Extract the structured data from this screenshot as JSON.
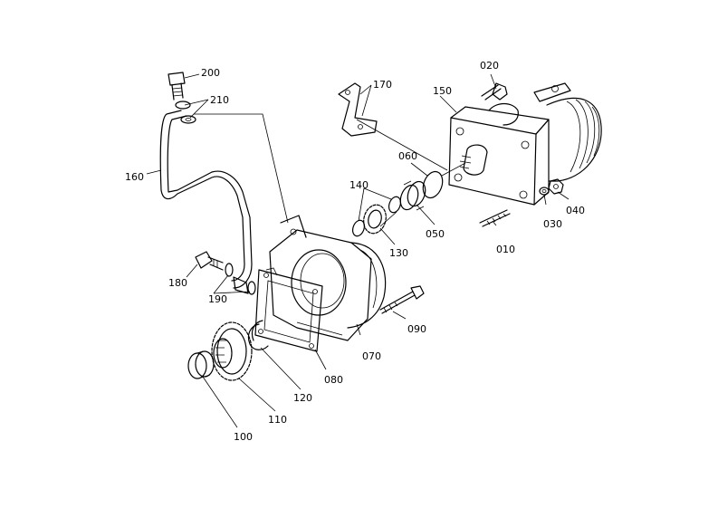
{
  "diagram": {
    "callouts": [
      {
        "id": "c010",
        "text": "010"
      },
      {
        "id": "c020",
        "text": "020"
      },
      {
        "id": "c030",
        "text": "030"
      },
      {
        "id": "c040",
        "text": "040"
      },
      {
        "id": "c050",
        "text": "050"
      },
      {
        "id": "c060",
        "text": "060"
      },
      {
        "id": "c070",
        "text": "070"
      },
      {
        "id": "c080",
        "text": "080"
      },
      {
        "id": "c090",
        "text": "090"
      },
      {
        "id": "c100",
        "text": "100"
      },
      {
        "id": "c110",
        "text": "110"
      },
      {
        "id": "c120",
        "text": "120"
      },
      {
        "id": "c130",
        "text": "130"
      },
      {
        "id": "c140",
        "text": "140"
      },
      {
        "id": "c150",
        "text": "150"
      },
      {
        "id": "c160",
        "text": "160"
      },
      {
        "id": "c170",
        "text": "170"
      },
      {
        "id": "c180",
        "text": "180"
      },
      {
        "id": "c190",
        "text": "190"
      },
      {
        "id": "c200",
        "text": "200"
      },
      {
        "id": "c210",
        "text": "210"
      }
    ]
  }
}
